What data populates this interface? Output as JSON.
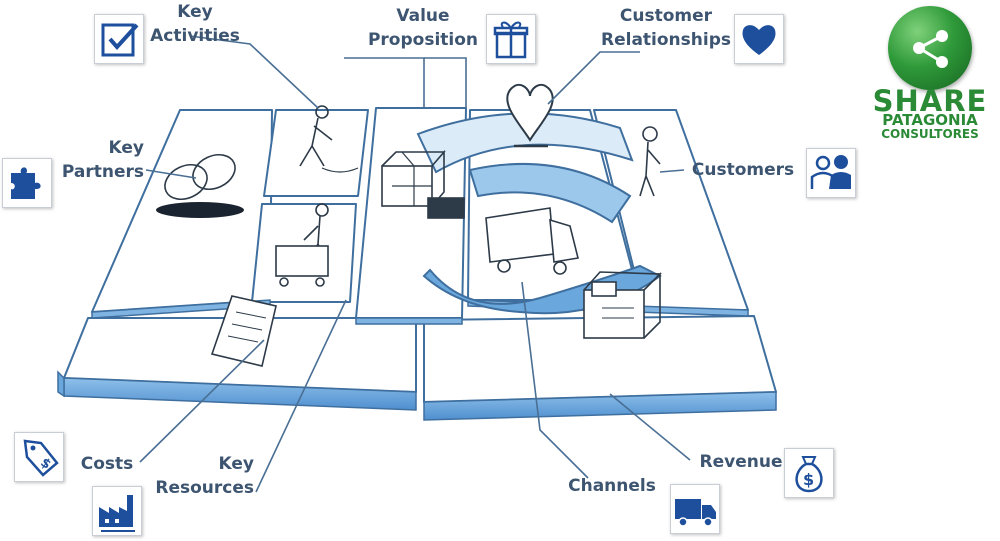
{
  "labels": {
    "key_activities": [
      "Key",
      "Activities"
    ],
    "value_proposition": [
      "Value",
      "Proposition"
    ],
    "customer_relationships": [
      "Customer",
      "Relationships"
    ],
    "key_partners": [
      "Key",
      "Partners"
    ],
    "customers": "Customers",
    "costs": "Costs",
    "key_resources": [
      "Key",
      "Resources"
    ],
    "channels": "Channels",
    "revenue": "Revenue"
  },
  "logo": {
    "line1": "SHARE",
    "line2": "PATAGONIA",
    "line3": "CONSULTORES"
  },
  "icons": {
    "key_activities": "checkbox-icon",
    "value_proposition": "gift-icon",
    "customer_relationships": "heart-icon",
    "key_partners": "puzzle-piece-icon",
    "customers": "people-icon",
    "costs": "price-tag-icon",
    "key_resources": "factory-icon",
    "channels": "truck-icon",
    "revenue": "money-bag-icon",
    "logo": "share-icon"
  },
  "colors": {
    "accent": "#1e4f9c",
    "canvas_face": "#5b9bd5",
    "line": "#3f6f9f",
    "label": "#3d5570",
    "logo_green": "#2a8a35"
  }
}
